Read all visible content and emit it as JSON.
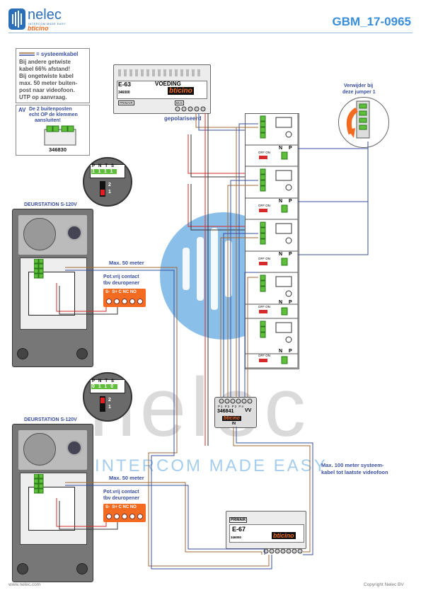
{
  "header": {
    "logo_word": "nelec",
    "logo_tagline": "INTERCOM MADE EASY",
    "logo_brand": "bticino",
    "doc_id": "GBM_17-0965"
  },
  "notes": {
    "cable_legend": "= systeemkabel",
    "cable_text": [
      "Bij andere getwiste",
      "kabel 66% afstand!",
      "Bij ongetwiste kabel",
      "max. 50 meter buiten-",
      "post naar videofoon.",
      "UTP op aanvraag."
    ],
    "av_title": "AV",
    "av_text": [
      "De 2 buitenposten",
      "echt OP de klemmen",
      "aansluiten!"
    ],
    "av_part": "346830",
    "jumper_text": [
      "Verwijder bij",
      "deze jumper 1"
    ],
    "polarized": "gepolariseerd",
    "max50_1": "Max. 50 meter",
    "max50_2": "Max. 50 meter",
    "max100": [
      "Max. 100 meter systeem-",
      "kabel tot laatste videofoon"
    ]
  },
  "door_stations": [
    {
      "title": "DEURSTATION S-120V",
      "contact_title": [
        "Pot.vrij contact",
        "tbv deuropener"
      ],
      "contact_terms": "S-  S+ C NC NO",
      "switch_terms": [
        "P",
        "N",
        "T",
        "S"
      ],
      "switch_bits": [
        "1",
        "1",
        "1",
        "1"
      ],
      "sw_labels": [
        "2",
        "1"
      ]
    },
    {
      "title": "DEURSTATION S-120V",
      "contact_title": [
        "Pot.vrij contact",
        "tbv deuropener"
      ],
      "contact_terms": "S-  S+ C NC NO",
      "switch_terms": [
        "P",
        "N",
        "T",
        "S"
      ],
      "switch_bits": [
        "0",
        "1",
        "1",
        "0"
      ],
      "sw_labels": [
        "2",
        "1"
      ]
    }
  ],
  "power_supply": {
    "name": "E-63",
    "label": "VOEDING",
    "brand": "bticino",
    "part": "346000",
    "in_label": "PRIMAIR",
    "out_label": "BUS"
  },
  "distributor": {
    "part": "346841",
    "brand": "bticino",
    "ports": [
      "P1",
      "P2",
      "P3",
      "P4"
    ],
    "out": "VV",
    "in": "IN"
  },
  "e67": {
    "name": "E-67",
    "label": "PRIMAIR",
    "brand": "bticino",
    "part": "346050"
  },
  "monitor_strip": {
    "off_on": "OFF ON",
    "n": "N",
    "p": "P"
  },
  "footer": {
    "left": "www.nelec.com",
    "right": "Copyright Nelec BV"
  },
  "colors": {
    "accent": "#3a8ed8",
    "brand_orange": "#f26b21",
    "wire_red": "#d42a2a",
    "wire_blue": "#3a4fa0",
    "wire_brown": "#a06a3a",
    "terminal_green": "#5fbf3a"
  }
}
